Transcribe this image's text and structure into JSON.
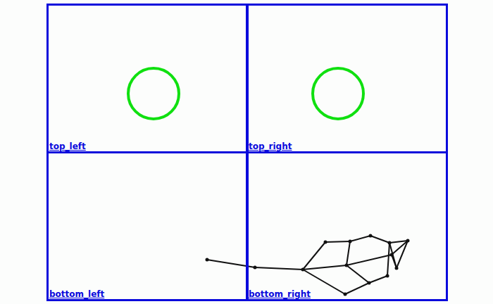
{
  "diagram": {
    "nodes": [
      {
        "text": [
          "top_left"
        ]
      },
      {
        "text": [
          "top_right"
        ]
      },
      {
        "text": [
          "bottom_left"
        ]
      },
      {
        "text": [
          "bottom_right"
        ]
      }
    ]
  }
}
